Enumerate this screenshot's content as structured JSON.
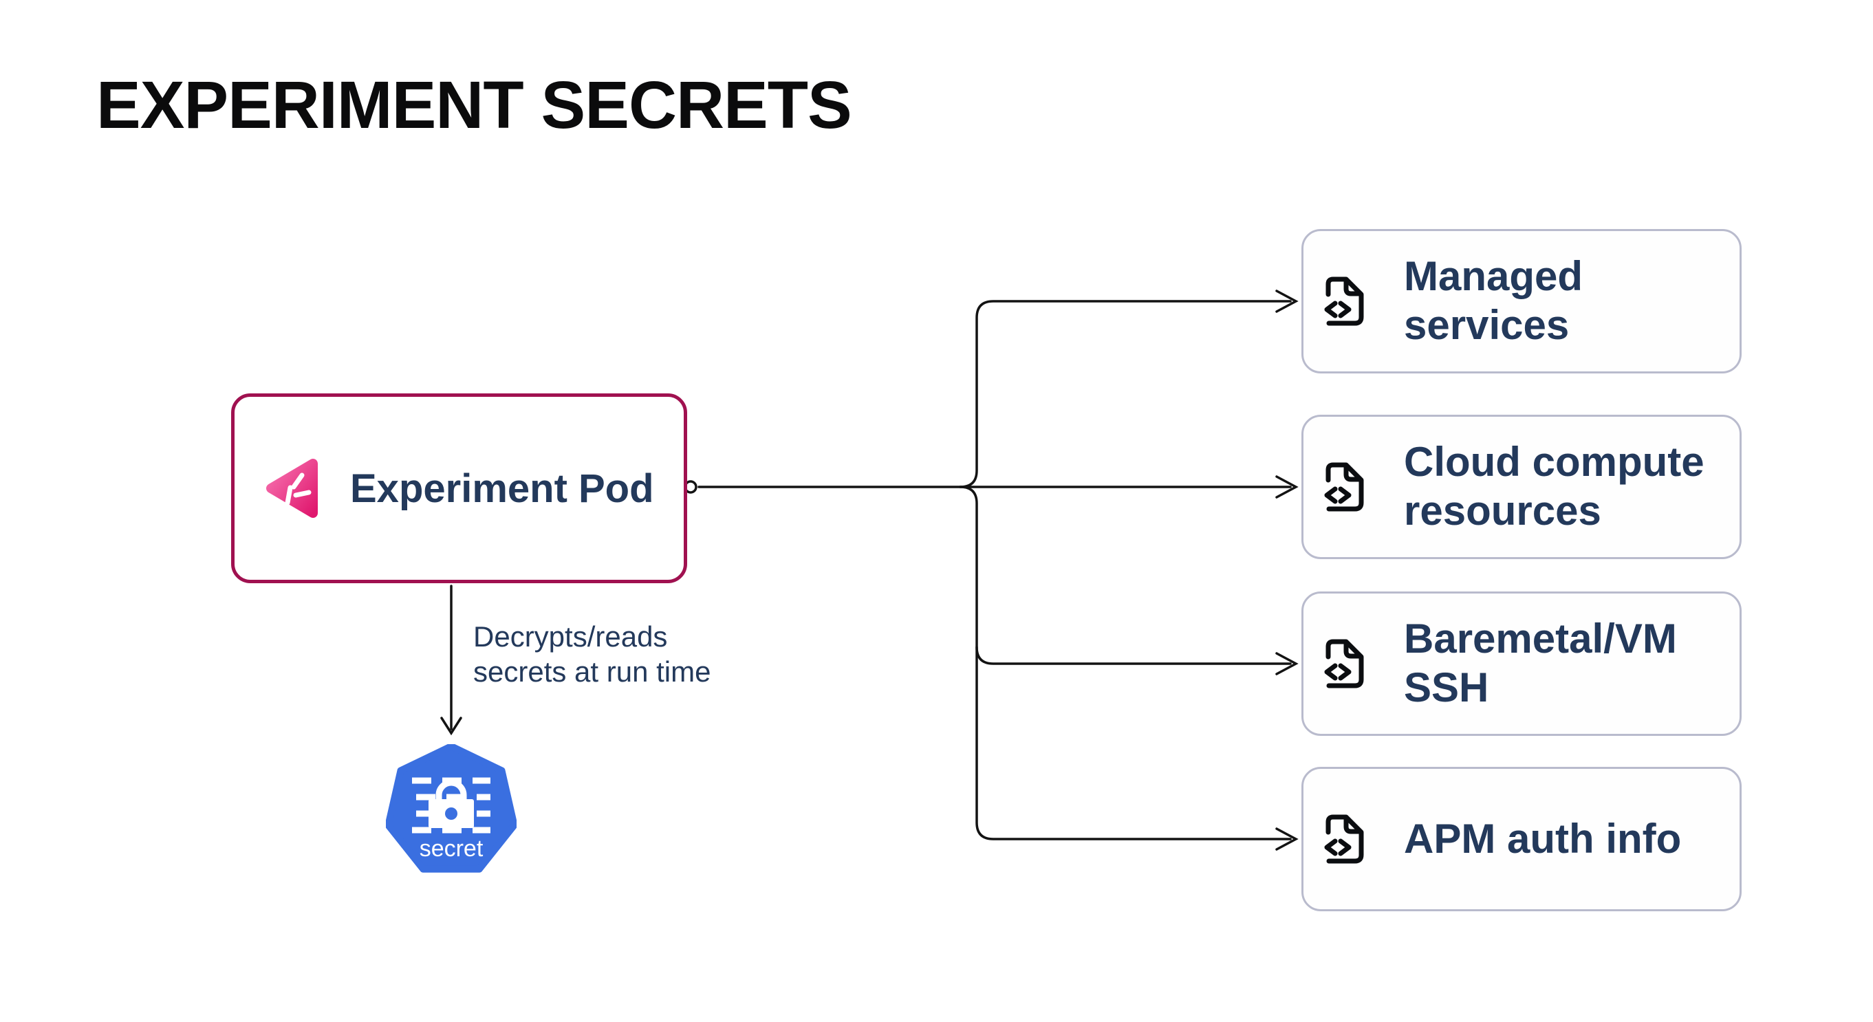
{
  "title": "EXPERIMENT SECRETS",
  "pod": {
    "label": "Experiment Pod"
  },
  "pod_annotation": {
    "line1": "Decrypts/reads",
    "line2": "secrets at run time"
  },
  "secret_node": {
    "label": "secret"
  },
  "targets": [
    {
      "label": "Managed services"
    },
    {
      "label": "Cloud compute resources"
    },
    {
      "label": "Baremetal/VM SSH"
    },
    {
      "label": "APM auth info"
    }
  ],
  "icons": {
    "pod_icon": "litmus-pinwheel-icon",
    "target_icon": "file-code-icon",
    "secret_icon": "kubernetes-secret-lock-icon"
  },
  "colors": {
    "title_black": "#0B0B0C",
    "pod_border": "#A01150",
    "target_border": "#B9BBCD",
    "label_navy": "#23395B",
    "kubernetes_blue": "#3A6FE0",
    "connector_black": "#131313",
    "litmus_pink_light": "#F772B0",
    "litmus_pink_dark": "#E0186E"
  }
}
